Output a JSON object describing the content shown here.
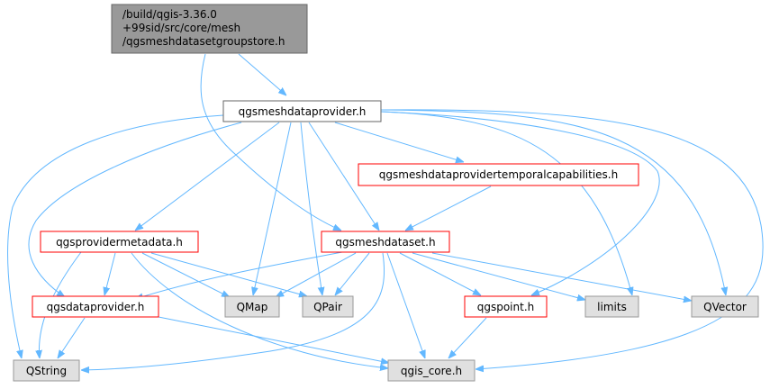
{
  "colors": {
    "root_fill": "#999999",
    "root_stroke": "#666666",
    "normal_fill": "#ffffff",
    "normal_stroke": "#666666",
    "red_stroke": "#ff0000",
    "external_fill": "#e0e0e0",
    "external_stroke": "#999999",
    "edge": "#63b8ff"
  },
  "nodes": {
    "root": {
      "lines": [
        "/build/qgis-3.36.0",
        "+99sid/src/core/mesh",
        "/qgsmeshdatasetgroupstore.h"
      ],
      "kind": "root"
    },
    "meshdataprovider": {
      "lines": [
        "qgsmeshdataprovider.h"
      ],
      "kind": "normal"
    },
    "temporalcaps": {
      "lines": [
        "qgsmeshdataprovidertemporalcapabilities.h"
      ],
      "kind": "red"
    },
    "providermetadata": {
      "lines": [
        "qgsprovidermetadata.h"
      ],
      "kind": "red"
    },
    "meshdataset": {
      "lines": [
        "qgsmeshdataset.h"
      ],
      "kind": "red"
    },
    "dataprovider": {
      "lines": [
        "qgsdataprovider.h"
      ],
      "kind": "red"
    },
    "qmap": {
      "lines": [
        "QMap"
      ],
      "kind": "external"
    },
    "qpair": {
      "lines": [
        "QPair"
      ],
      "kind": "external"
    },
    "qgspoint": {
      "lines": [
        "qgspoint.h"
      ],
      "kind": "red"
    },
    "limits": {
      "lines": [
        "limits"
      ],
      "kind": "external"
    },
    "qvector": {
      "lines": [
        "QVector"
      ],
      "kind": "external"
    },
    "qstring": {
      "lines": [
        "QString"
      ],
      "kind": "external"
    },
    "qgiscore": {
      "lines": [
        "qgis_core.h"
      ],
      "kind": "external"
    }
  }
}
